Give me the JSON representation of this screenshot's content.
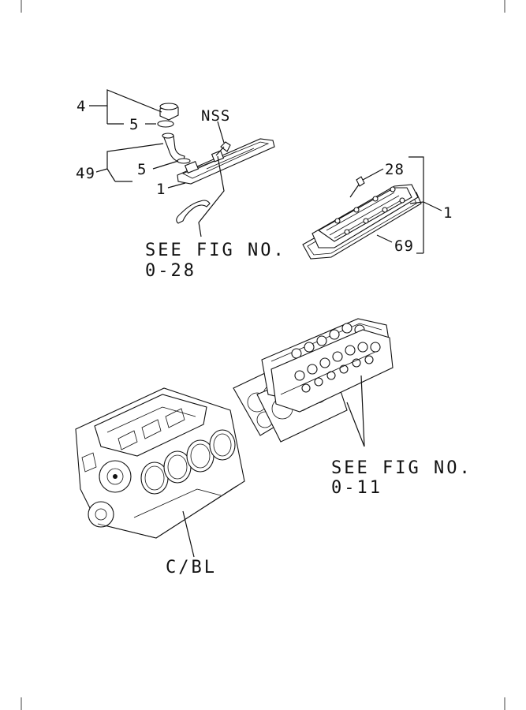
{
  "callouts": {
    "cap": "4",
    "oring_upper": "5",
    "hose_group": "49",
    "oring_lower": "5",
    "cover_left": "1",
    "nss": "NSS",
    "bolt": "28",
    "cover_right": "1",
    "gasket": "69",
    "block": "C/BL"
  },
  "references": {
    "pcv_line": "SEE FIG NO.",
    "pcv_fig": "0-28",
    "heads_line": "SEE FIG NO.",
    "heads_fig": "0-11"
  }
}
